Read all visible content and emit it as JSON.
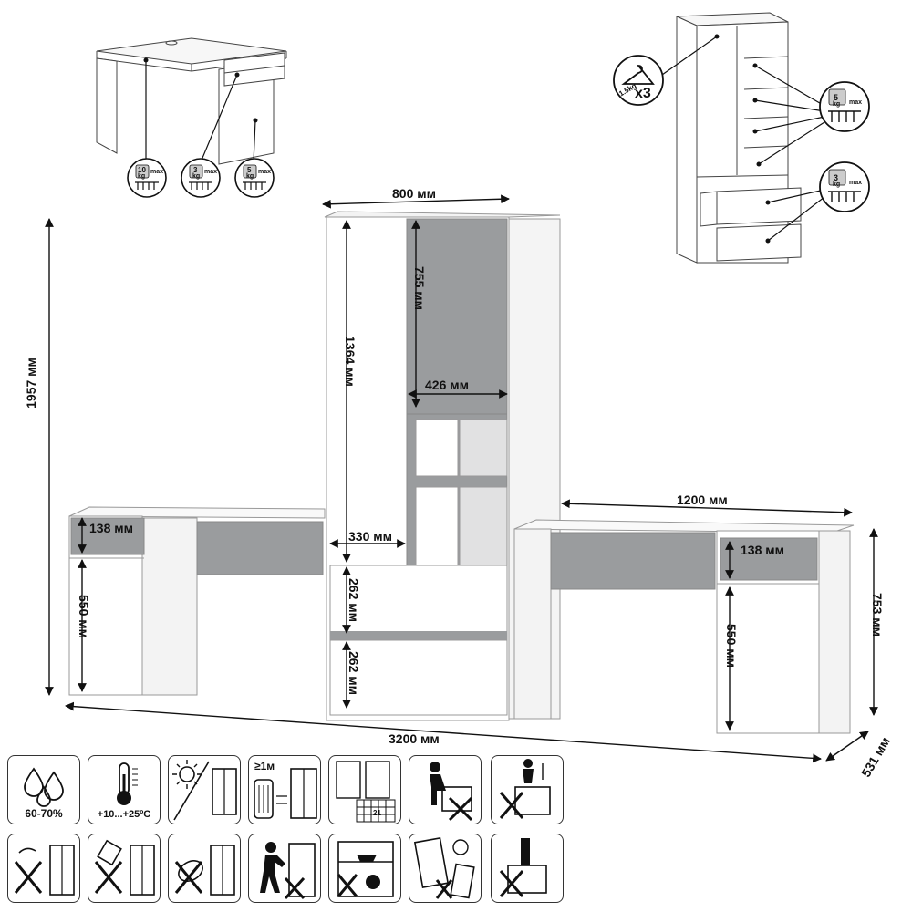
{
  "dimensions": {
    "wardrobe_width": "800 мм",
    "upper_door_height": "755 мм",
    "upper_door_width": "426 мм",
    "left_door_height": "1364 мм",
    "left_door_width": "330 мм",
    "drawer1_height": "262 мм",
    "drawer2_height": "262 мм",
    "total_height": "1957 мм",
    "right_desk_width": "1200 мм",
    "left_desk_drawer_height": "138 мм",
    "left_desk_door_height": "550 мм",
    "right_desk_drawer_height": "138 мм",
    "right_desk_door_height": "550 мм",
    "desk_height": "753 мм",
    "total_width": "3200 мм",
    "depth": "531 мм"
  },
  "loads": {
    "desk_top": {
      "value": "10",
      "unit": "kg",
      "max": "max"
    },
    "desk_drawer": {
      "value": "3",
      "unit": "kg",
      "max": "max"
    },
    "desk_shelf": {
      "value": "5",
      "unit": "kg",
      "max": "max"
    },
    "wardrobe_shelves": {
      "value": "5",
      "unit": "kg",
      "max": "max"
    },
    "wardrobe_drawers": {
      "value": "3",
      "unit": "kg",
      "max": "max"
    },
    "hanger": {
      "value": "1.5kg",
      "count": "x3"
    }
  },
  "care_icons": {
    "humidity": "60-70%",
    "temperature": "+10...+25ºC",
    "distance": "≥1м",
    "puzzle": "21"
  }
}
